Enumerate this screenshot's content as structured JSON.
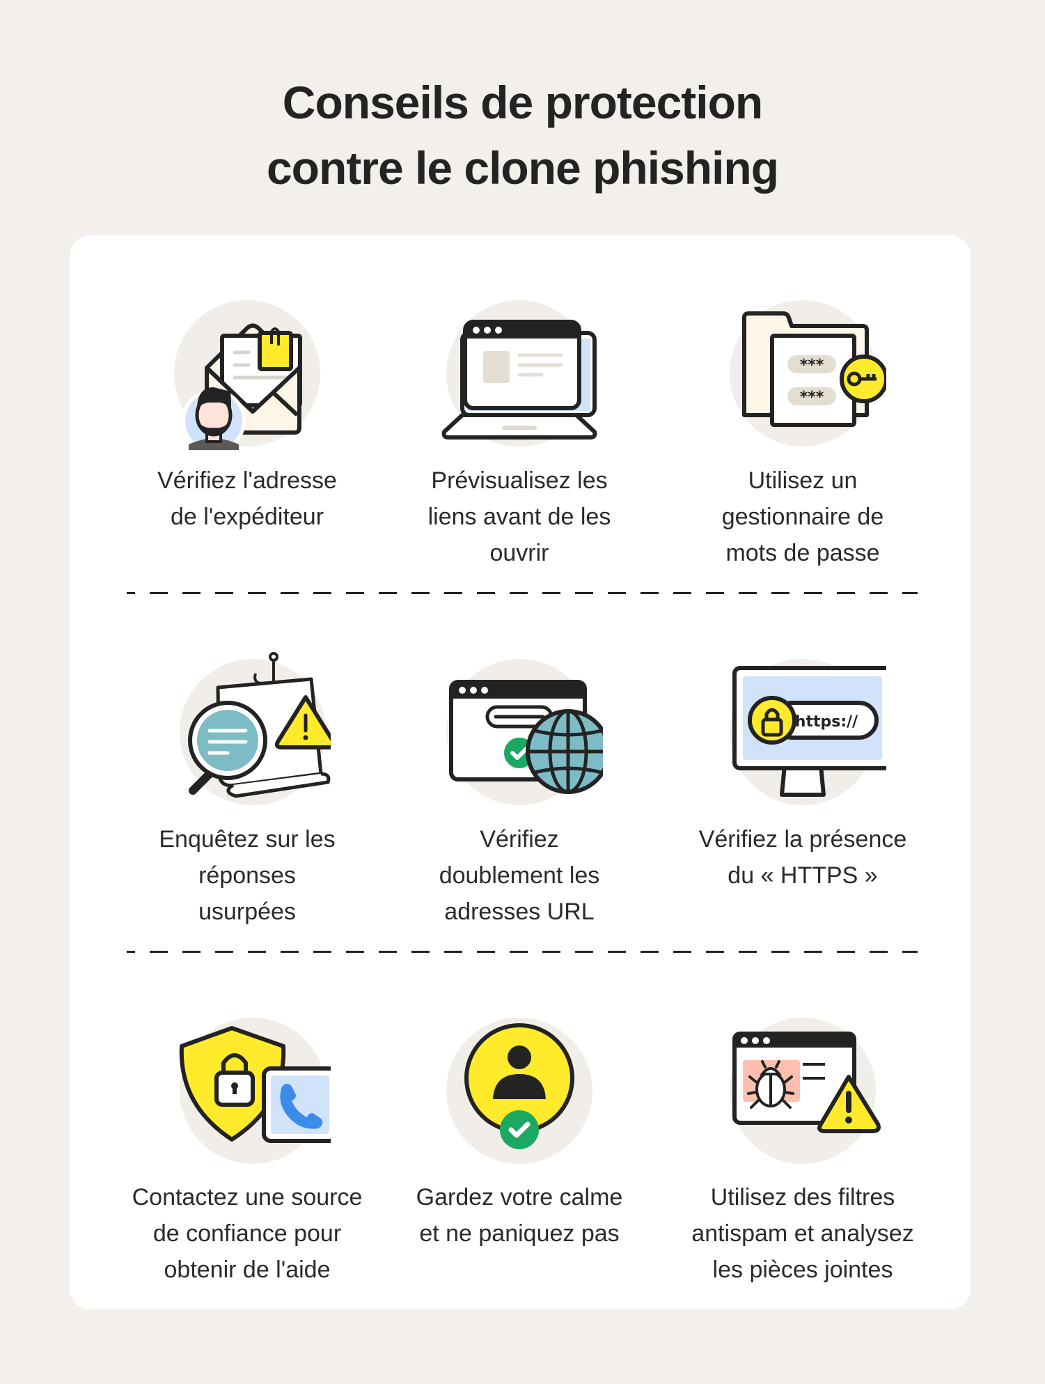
{
  "title": {
    "line1": "Conseils de protection",
    "line2": "contre le clone phishing"
  },
  "colors": {
    "background": "#f3f0eb",
    "card": "#ffffff",
    "icon_circle": "#f1eee9",
    "ink": "#232323",
    "yellow": "#ffea2b",
    "green": "#1ba862",
    "teal": "#7dbcc5",
    "light_blue": "#d0e3fa",
    "blue": "#3d8be8",
    "cream": "#fdf6e6",
    "pink": "#ffbfae"
  },
  "tips": [
    {
      "icon": "envelope-sender-icon",
      "lines": [
        "Vérifiez l'adresse",
        "de l'expéditeur"
      ]
    },
    {
      "icon": "laptop-preview-icon",
      "lines": [
        "Prévisualisez les",
        "liens avant de les",
        "ouvrir"
      ]
    },
    {
      "icon": "password-manager-icon",
      "lines": [
        "Utilisez un",
        "gestionnaire de",
        "mots de passe"
      ]
    },
    {
      "icon": "phishing-investigate-icon",
      "lines": [
        "Enquêtez sur les",
        "réponses",
        "usurpées"
      ]
    },
    {
      "icon": "url-check-globe-icon",
      "lines": [
        "Vérifiez",
        "doublement les",
        "adresses URL"
      ]
    },
    {
      "icon": "https-monitor-icon",
      "lines": [
        "Vérifiez la présence",
        "du « HTTPS »"
      ],
      "badge_text": "https://"
    },
    {
      "icon": "shield-phone-icon",
      "lines": [
        "Contactez une source",
        "de confiance pour",
        "obtenir de l'aide"
      ]
    },
    {
      "icon": "calm-user-check-icon",
      "lines": [
        "Gardez votre calme",
        "et ne paniquez pas"
      ]
    },
    {
      "icon": "bug-warning-icon",
      "lines": [
        "Utilisez des filtres",
        "antispam et analysez",
        "les pièces jointes"
      ]
    }
  ],
  "password_mask": "***"
}
